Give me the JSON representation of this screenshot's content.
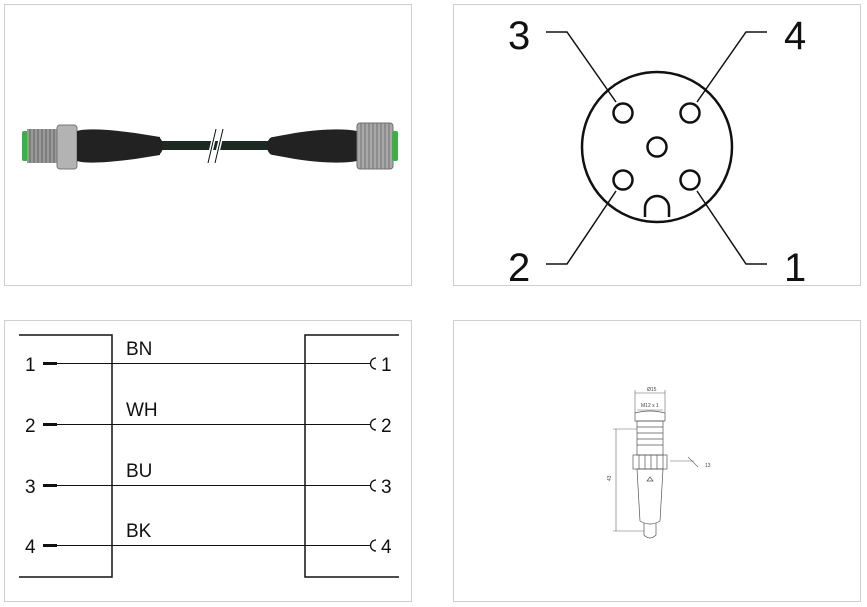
{
  "pinout": {
    "pins": [
      {
        "number": "3"
      },
      {
        "number": "4"
      },
      {
        "number": "2"
      },
      {
        "number": "1"
      }
    ]
  },
  "wiring": {
    "rows": [
      {
        "left": "1",
        "color": "BN",
        "right": "1"
      },
      {
        "left": "2",
        "color": "WH",
        "right": "2"
      },
      {
        "left": "3",
        "color": "BU",
        "right": "3"
      },
      {
        "left": "4",
        "color": "BK",
        "right": "4"
      }
    ]
  },
  "dimensions": {
    "outer_diameter": "Ø15",
    "thread": "M12 x 1",
    "wrench": "13",
    "length": "43"
  }
}
